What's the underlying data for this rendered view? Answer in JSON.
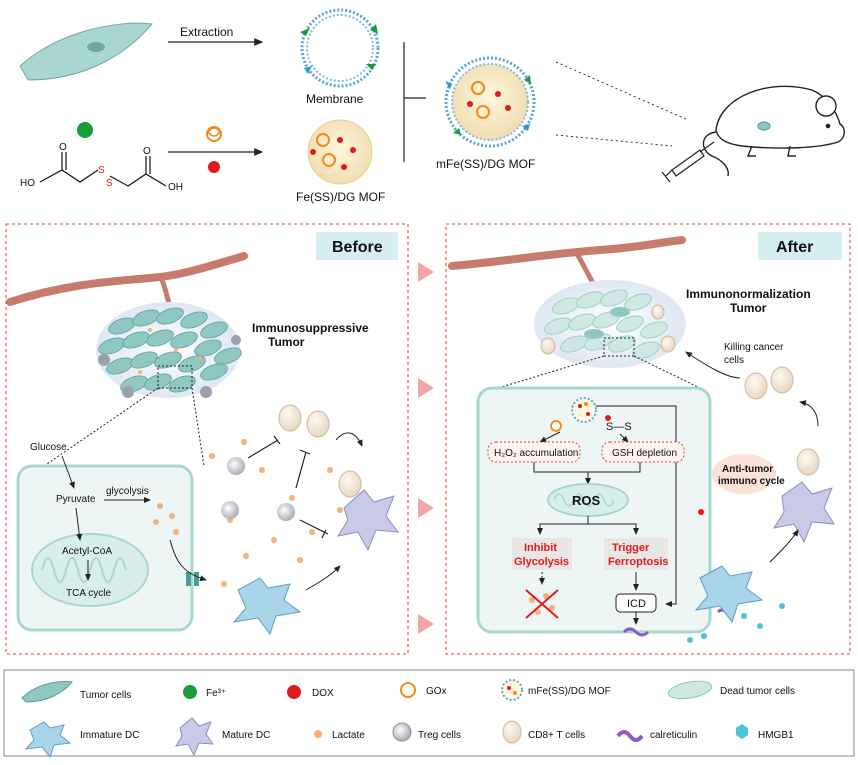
{
  "top": {
    "extraction": "Extraction",
    "membrane": "Membrane",
    "mof_core": "Fe(SS)/DG MOF",
    "mof_coated": "mFe(SS)/DG MOF",
    "acid_left_oh": "HO",
    "acid_right_oh": "OH",
    "acid_o1": "O",
    "acid_o2": "O",
    "s1": "S",
    "s2": "S"
  },
  "before": {
    "badge": "Before",
    "tumor_line1": "Immunosuppressive",
    "tumor_line2": "Tumor",
    "glucose": "Glucose",
    "pyruvate": "Pyruvate",
    "glycolysis": "glycolysis",
    "acetyl": "Acetyl-CoA",
    "tca": "TCA cycle"
  },
  "after": {
    "badge": "After",
    "tumor_line1": "Immunonormalization",
    "tumor_line2": "Tumor",
    "killing_line1": "Killing cancer",
    "killing_line2": "cells",
    "ss": "S—S",
    "h2o2": "H₂O₂ accumulation",
    "gsh": "GSH depletion",
    "ros": "ROS",
    "inhibit_line1": "Inhibit",
    "inhibit_line2": "Glycolysis",
    "trigger_line1": "Trigger",
    "trigger_line2": "Ferroptosis",
    "icd": "ICD",
    "cycle_line1": "Anti-tumor",
    "cycle_line2": "immuno cycle"
  },
  "legend": {
    "tumor_cells": "Tumor cells",
    "fe": "Fe³⁺",
    "dox": "DOX",
    "gox": "GOx",
    "mof": "mFe(SS)/DG MOF",
    "dead": "Dead tumor cells",
    "immature_dc": "Immature DC",
    "mature_dc": "Mature DC",
    "lactate": "Lactate",
    "treg": "Treg cells",
    "cd8": "CD8+ T cells",
    "calreticulin": "calreticulin",
    "hmgb1": "HMGB1"
  },
  "colors": {
    "tumor_cell": "#8fc7c2",
    "fe": "#1a9c3a",
    "dox": "#e11b1b",
    "gox": "#f08a1c",
    "lactate": "#f2b27a",
    "dashed_frame": "#e0402f",
    "badge_bg": "#d6edf2",
    "vessel": "#c77b6f",
    "mito": "#a9d7cf"
  }
}
